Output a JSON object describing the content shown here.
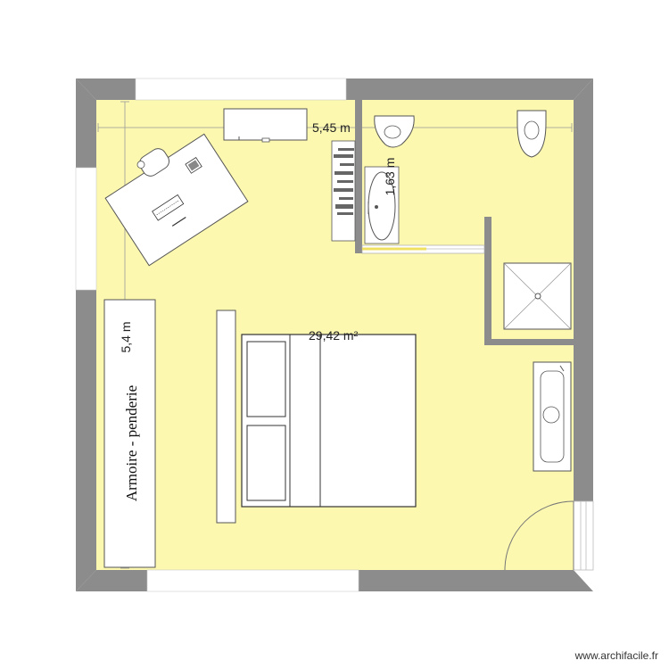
{
  "plan": {
    "dim_width": "5,45 m",
    "dim_height": "5,4 m",
    "dim_bathroom": "1,63 m",
    "area": "29,42 m²",
    "wardrobe_label": "Armoire - penderie"
  },
  "colors": {
    "floor": "#fcf8b0",
    "wall": "#8c8c8c",
    "bathroom_wall_accent": "#f0e060"
  },
  "credit": "www.archifacile.fr"
}
